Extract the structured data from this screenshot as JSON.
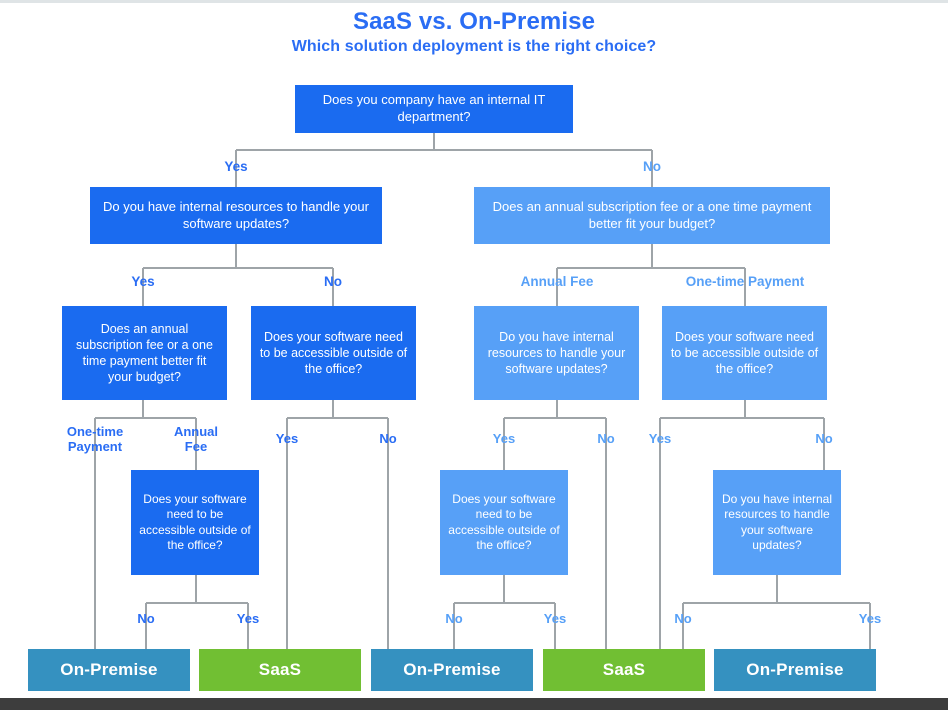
{
  "header": {
    "title": "SaaS vs. On-Premise",
    "subtitle": "Which solution deployment is the right choice?"
  },
  "colors": {
    "title_blue": "#2a6df4",
    "node_dark_blue": "#1a6bf0",
    "node_light_blue": "#57a0f7",
    "result_on_premise": "#3591c0",
    "result_saas": "#71bf33",
    "connector_gray": "#9ea4a8",
    "bottom_bar": "#3d3d3d"
  },
  "chart_data": {
    "type": "diagram",
    "diagram_kind": "decision-tree-flowchart",
    "title": "SaaS vs. On-Premise",
    "subtitle": "Which solution deployment is the right choice?"
  },
  "nodes": {
    "root": "Does you company have an internal IT department?",
    "l2_left": "Do you have internal resources to handle your software updates?",
    "l2_right": "Does an annual subscription fee or a one time payment better fit your budget?",
    "l3_a": "Does an annual subscription fee or a one time payment better fit your budget?",
    "l3_b": "Does your software need to be accessible outside of the office?",
    "l3_c": "Do you have internal resources to handle your software updates?",
    "l3_d": "Does your software need to be accessible outside of the office?",
    "l4_a": "Does your software need to be accessible outside of the office?",
    "l4_b": "Does your software need to be accessible outside of the office?",
    "l4_c": "Do you have internal resources to handle your software updates?"
  },
  "labels": {
    "root_yes": "Yes",
    "root_no": "No",
    "l2l_yes": "Yes",
    "l2l_no": "No",
    "l2r_annual": "Annual Fee",
    "l2r_onetime": "One-time Payment",
    "l3a_onetime": "One-time\nPayment",
    "l3a_annual": "Annual\nFee",
    "l3b_yes": "Yes",
    "l3b_no": "No",
    "l3c_yes": "Yes",
    "l3c_no": "No",
    "l3d_yes": "Yes",
    "l3d_no": "No",
    "l4a_no": "No",
    "l4a_yes": "Yes",
    "l4b_no": "No",
    "l4b_yes": "Yes",
    "l4c_no": "No",
    "l4c_yes": "Yes"
  },
  "results": {
    "r1": "On-Premise",
    "r2": "SaaS",
    "r3": "On-Premise",
    "r4": "SaaS",
    "r5": "On-Premise"
  }
}
